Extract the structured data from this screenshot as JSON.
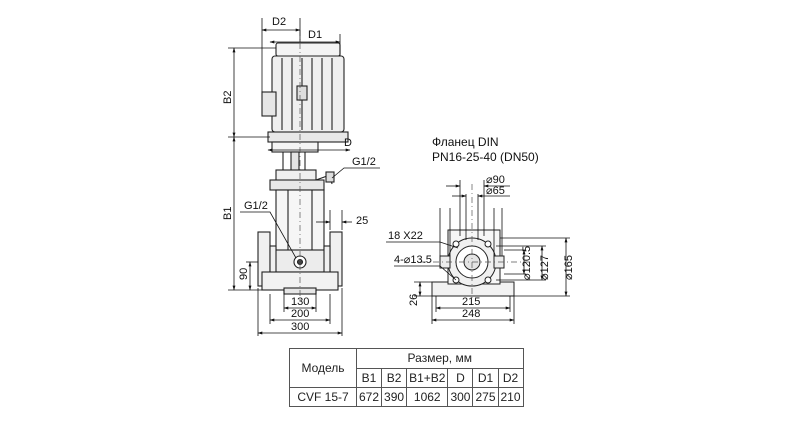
{
  "dimensions": {
    "d2": "D2",
    "d1": "D1",
    "b2": "B2",
    "d": "D",
    "g12_right": "G1/2",
    "b1": "B1",
    "g12_left": "G1/2",
    "h90": "90",
    "w130": "130",
    "w200": "200",
    "w300": "300",
    "w25": "25"
  },
  "flange": {
    "title_line1": "Фланец DIN",
    "title_line2": "PN16-25-40 (DN50)",
    "d90": "⌀90",
    "d65": "⌀65",
    "bolts_label": "18 X22",
    "holes_label": "4-⌀13.5",
    "d120": "⌀120.5",
    "d127": "⌀127",
    "d165": "⌀165",
    "h26": "26",
    "w215": "215",
    "w248": "248"
  },
  "table": {
    "model_header": "Модель",
    "size_header": "Размер, мм",
    "columns": [
      "B1",
      "B2",
      "B1+B2",
      "D",
      "D1",
      "D2"
    ],
    "row": {
      "model": "CVF 15-7",
      "values": [
        "672",
        "390",
        "1062",
        "300",
        "275",
        "210"
      ]
    }
  }
}
